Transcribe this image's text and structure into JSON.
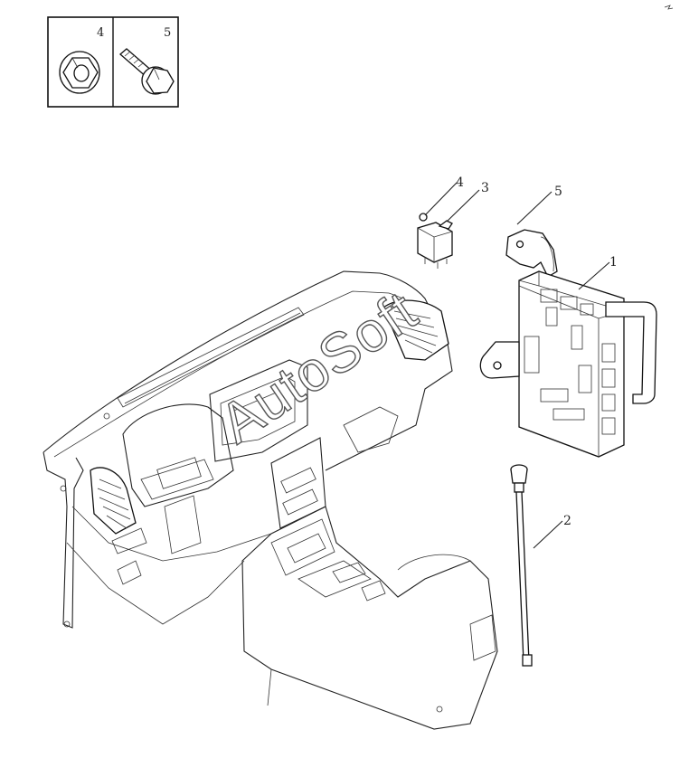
{
  "inset": {
    "labels": [
      "4",
      "5"
    ]
  },
  "callouts": {
    "c1": "1",
    "c2": "2",
    "c3": "3",
    "c4": "4",
    "c5": "5"
  },
  "watermark": "AutoSoft"
}
